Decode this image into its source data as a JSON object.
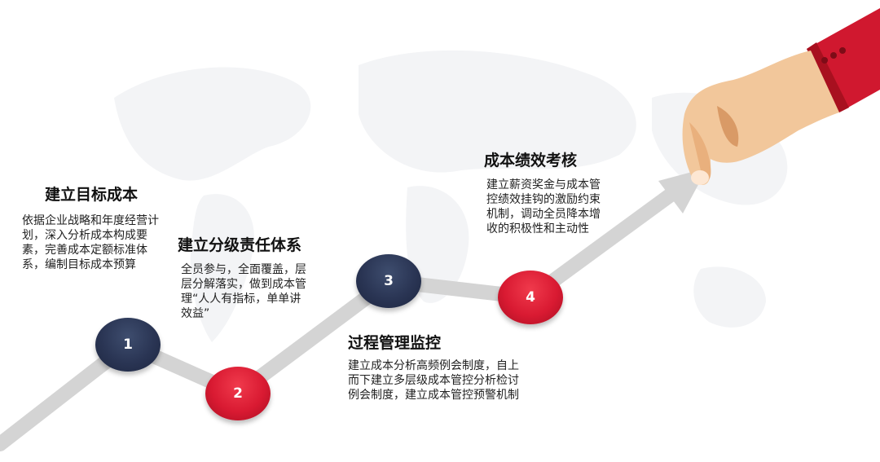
{
  "steps": [
    {
      "number": "1",
      "title": "建立目标成本",
      "description": "依据企业战略和年度经营计划，深入分析成本构成要素，完善成本定额标准体系，编制目标成本预算",
      "color": "#2a3554"
    },
    {
      "number": "2",
      "title": "建立分级责任体系",
      "description": "全员参与，全面覆盖，层层分解落实，做到成本管理“人人有指标，单单讲效益”",
      "color": "#d91a32"
    },
    {
      "number": "3",
      "title": "过程管理监控",
      "description": "建立成本分析高频例会制度，自上而下建立多层级成本管控分析检讨例会制度，建立成本管控预警机制",
      "color": "#2a3554"
    },
    {
      "number": "4",
      "title": "成本绩效考核",
      "description": "建立薪资奖金与成本管控绩效挂钩的激励约束机制，调动全员降本增收的积极性和主动性",
      "color": "#d91a32"
    }
  ],
  "icons": {
    "hand": "hand-pointing-icon",
    "map": "world-map-watermark"
  }
}
